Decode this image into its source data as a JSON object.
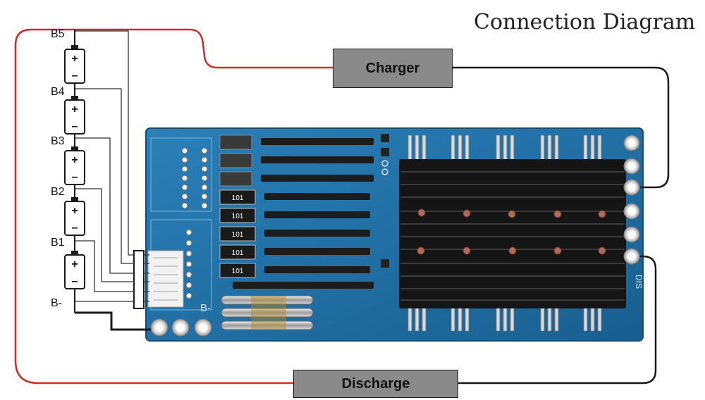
{
  "diagram": {
    "title": "Connection Diagram",
    "charger_label": "Charger",
    "discharge_label": "Discharge",
    "cell_labels": [
      "B5",
      "B4",
      "B3",
      "B2",
      "B1",
      "B-"
    ],
    "board_labels": {
      "resistor_marking": "101",
      "b_minus_pad": "B-",
      "dis_pad": "DIS"
    },
    "colors": {
      "positive_wire": "#d42a2a",
      "negative_wire": "#1a1a1a",
      "balance_wire": "#333333",
      "pcb": "#1f6fa3",
      "heatsink": "#151515",
      "box_fill": "#8a8a8a"
    }
  }
}
